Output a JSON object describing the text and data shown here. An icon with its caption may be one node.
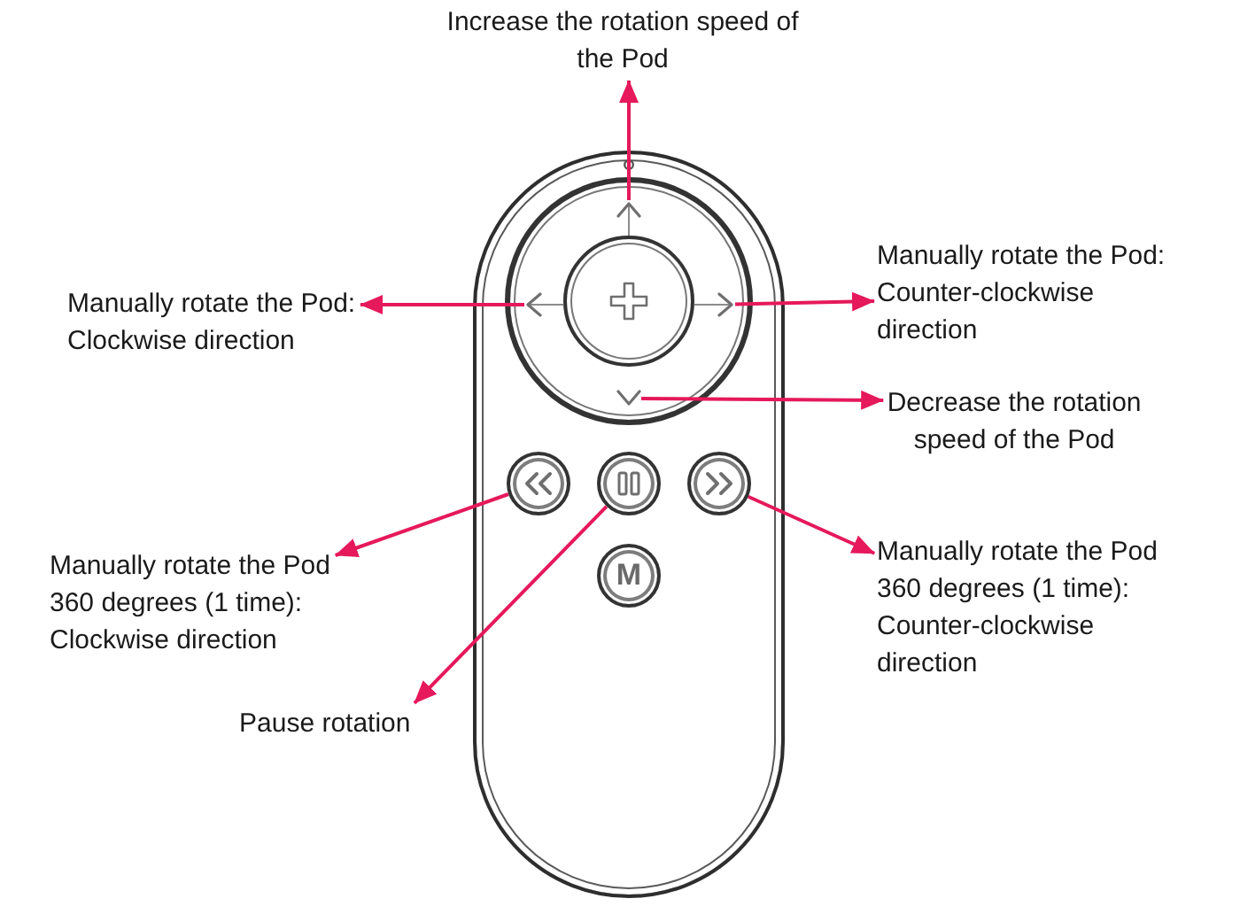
{
  "diagram": {
    "nodes": [
      {
        "text": [
          "Increase the rotation speed of the Pod"
        ]
      },
      {
        "text": [
          "Manually rotate the Pod: Clockwise direction"
        ]
      },
      {
        "text": [
          "Manually rotate the Pod: Counter-clockwise direction"
        ]
      },
      {
        "text": [
          "Decrease the rotation speed of the Pod"
        ]
      },
      {
        "text": [
          "Manually rotate the Pod 360 degrees (1 time): Clockwise direction"
        ]
      },
      {
        "text": [
          "Manually rotate the Pod 360 degrees (1 time): Counter-clockwise direction"
        ]
      },
      {
        "text": [
          "Pause rotation"
        ]
      },
      {
        "text": [],
        "shape": "capsule"
      },
      {
        "text": [],
        "shape": "circle",
        "in": 7
      },
      {
        "text": [],
        "shape": "arrow",
        "in": 8
      },
      {
        "text": [],
        "shape": "arrow",
        "in": 8
      },
      {
        "text": [],
        "shape": "circle",
        "in": 8
      },
      {
        "text": [],
        "shape": "arrow",
        "in": 8
      },
      {
        "text": [],
        "shape": "chevron",
        "in": 8
      },
      {
        "text": [],
        "shape": "circle",
        "in": 7
      },
      {
        "text": [],
        "shape": "circle",
        "in": 7
      },
      {
        "text": [],
        "shape": "circle",
        "in": 7
      },
      {
        "text": [
          "M"
        ],
        "in": 7
      }
    ],
    "edges": [
      {
        "from": 9,
        "to": 0,
        "arrow": "to"
      },
      {
        "from": 10,
        "to": 1,
        "arrow": "to"
      },
      {
        "from": 12,
        "to": 2,
        "arrow": "to"
      },
      {
        "from": 13,
        "to": 3,
        "arrow": "to"
      },
      {
        "from": 14,
        "to": 4,
        "arrow": "to"
      },
      {
        "from": 16,
        "to": 5,
        "arrow": "to"
      },
      {
        "from": 15,
        "to": 6,
        "arrow": "to"
      }
    ]
  }
}
